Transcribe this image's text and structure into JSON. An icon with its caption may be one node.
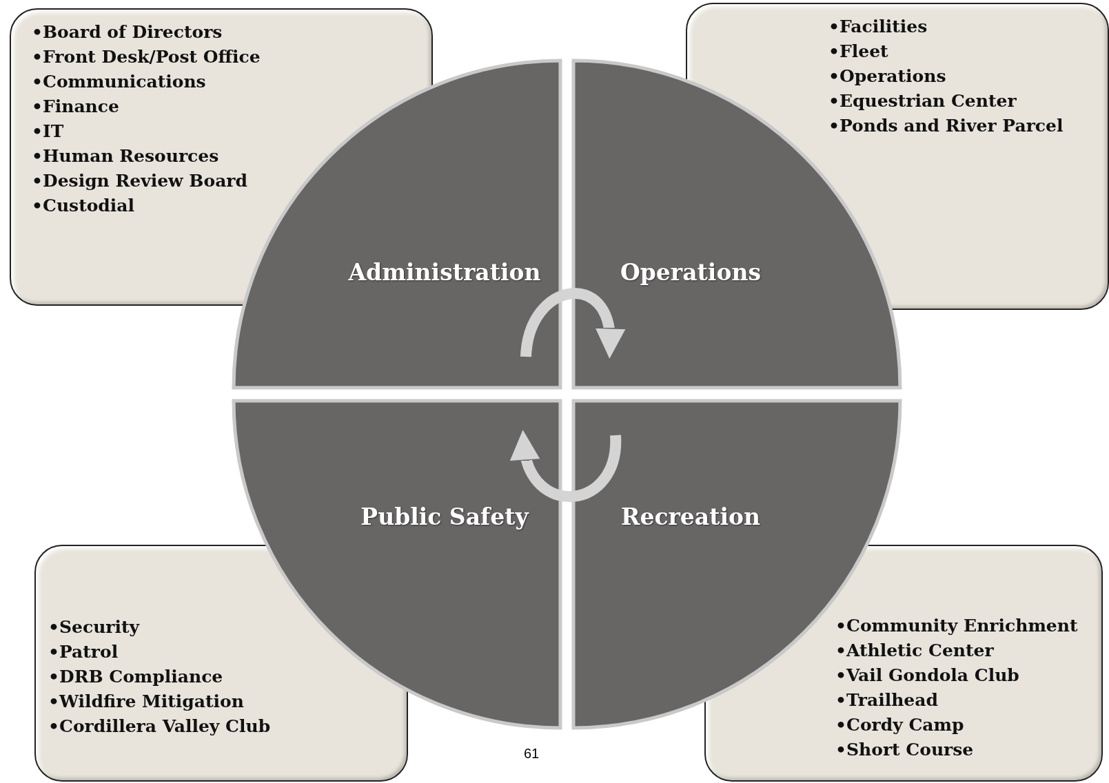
{
  "diagram": {
    "nodes": [
      {
        "text": [
          "•Board of Directors",
          "•Front Desk/Post Office",
          "•Communications",
          "•Finance",
          "•IT",
          "•Human Resources",
          "•Design Review Board",
          "•Custodial"
        ]
      },
      {
        "text": [
          "•Facilities",
          "•Fleet",
          "•Operations",
          "•Equestrian Center",
          "•Ponds and River Parcel"
        ]
      },
      {
        "text": [
          "Administration"
        ]
      },
      {
        "text": [
          "Operations"
        ]
      },
      {
        "text": [
          "Public Safety"
        ]
      },
      {
        "text": [
          "Recreation"
        ]
      },
      {
        "text": [
          "•Security",
          "•Patrol",
          "•DRB Compliance",
          "•Wildfire Mitigation",
          "•Cordillera Valley Club"
        ]
      },
      {
        "text": [
          "•Community Enrichment",
          "•Athletic Center",
          "•Vail Gondola Club",
          "•Trailhead",
          "•Cordy Camp",
          "•Short Course"
        ]
      }
    ],
    "edges": [
      {
        "from": 2,
        "to": 3,
        "arrow": "to"
      },
      {
        "from": 5,
        "to": 4,
        "arrow": "to"
      }
    ],
    "labels": [
      "61"
    ]
  }
}
